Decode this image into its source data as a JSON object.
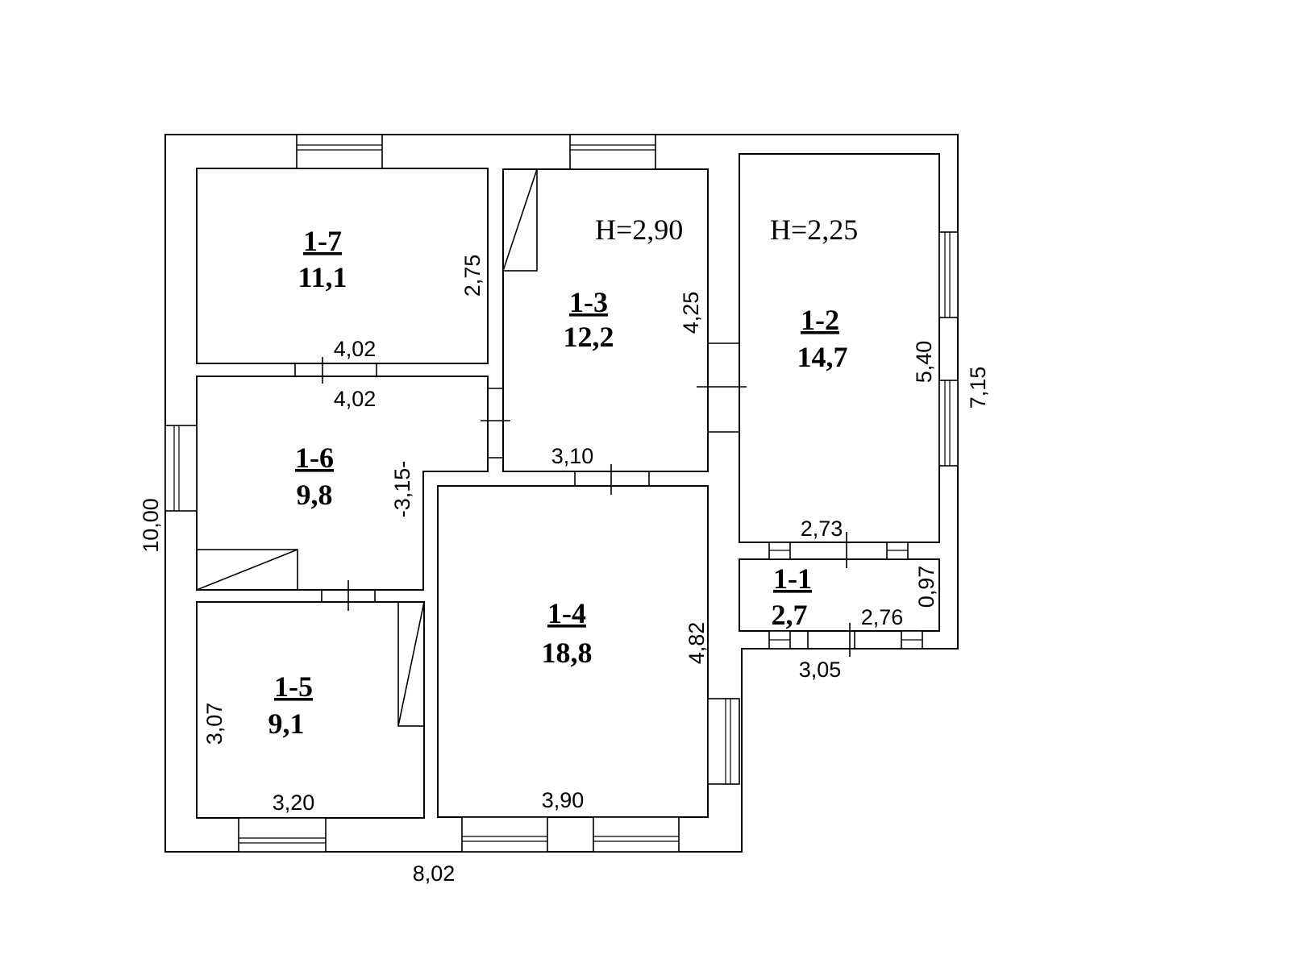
{
  "rooms": [
    {
      "id": "1-7",
      "area": "11,1"
    },
    {
      "id": "1-3",
      "area": "12,2"
    },
    {
      "id": "1-2",
      "area": "14,7"
    },
    {
      "id": "1-6",
      "area": "9,8"
    },
    {
      "id": "1-1",
      "area": "2,7"
    },
    {
      "id": "1-4",
      "area": "18,8"
    },
    {
      "id": "1-5",
      "area": "9,1"
    }
  ],
  "heights": {
    "room_1_3": "H=2,90",
    "room_1_2": "H=2,25"
  },
  "dimensions": {
    "r17_width": "4,02",
    "r17_height": "2,75",
    "r16_width": "4,02",
    "r16_height": "-3,15-",
    "r13_height": "4,25",
    "r13_width": "3,10",
    "r12_height": "5,40",
    "r12_width": "2,73",
    "r11_height": "0,97",
    "r11_width": "2,76",
    "r11_outer_width": "3,05",
    "r14_height": "4,82",
    "r14_width": "3,90",
    "r15_height": "3,07",
    "r15_width": "3,20",
    "total_width": "8,02",
    "total_height": "10,00",
    "right_height": "7,15"
  }
}
